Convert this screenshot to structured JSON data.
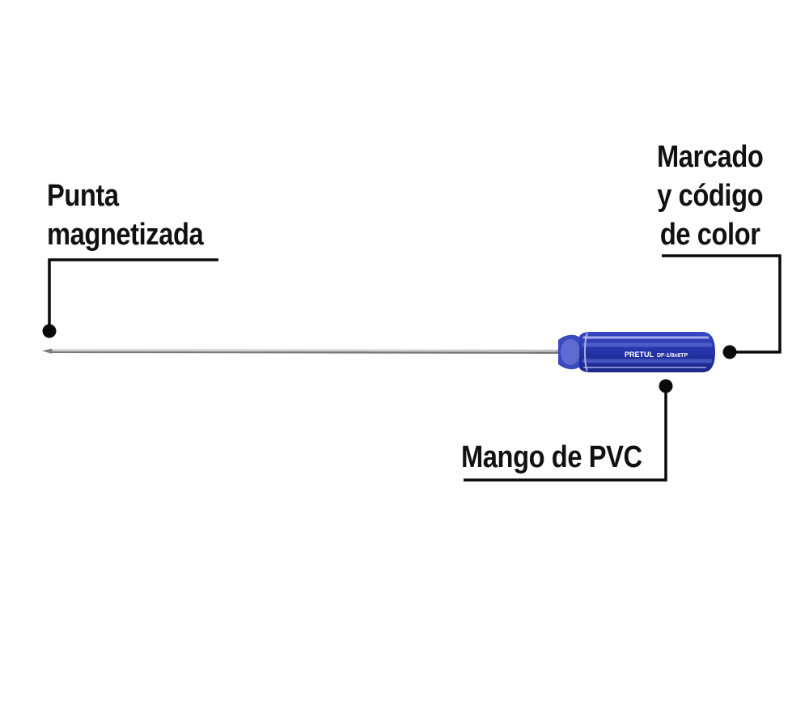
{
  "callouts": {
    "tip": {
      "lines": [
        "Punta",
        "magnetizada"
      ]
    },
    "marking": {
      "lines": [
        "Marcado",
        "y código",
        "de color"
      ]
    },
    "handle": {
      "lines": [
        "Mango de PVC"
      ]
    }
  },
  "product": {
    "brand": "PRETUL",
    "model_code": "DF-1/8x8TP"
  },
  "colors": {
    "handle_blue": "#2f3fb4",
    "handle_highlight": "#8d97e0",
    "shaft_steel": "#b8b8b8",
    "line": "#0a0a0a"
  }
}
